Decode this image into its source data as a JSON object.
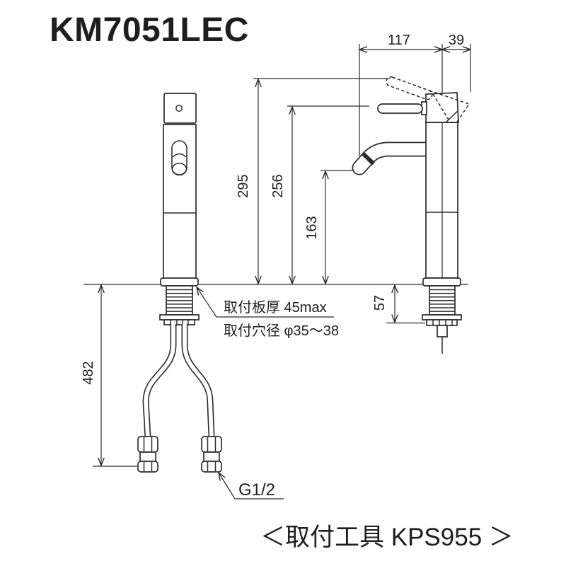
{
  "colors": {
    "background": "#ffffff",
    "line": "#2b2b2b",
    "text": "#1e1e1e"
  },
  "title": "KM7051LEC",
  "drawing": {
    "dimensions": {
      "spout_reach": "117",
      "handle_back": "39",
      "height_overall": "295",
      "height_to_lever": "256",
      "height_to_spout": "163",
      "under_counter_depth": "57",
      "hose_drop": "482"
    },
    "annotations": {
      "mount_plate_thickness": "取付板厚 45max",
      "mount_hole_diameter": "取付穴径 φ35～38",
      "hose_thread": "G1/2"
    },
    "footer_note": "＜取付工具 KPS955 ＞"
  }
}
